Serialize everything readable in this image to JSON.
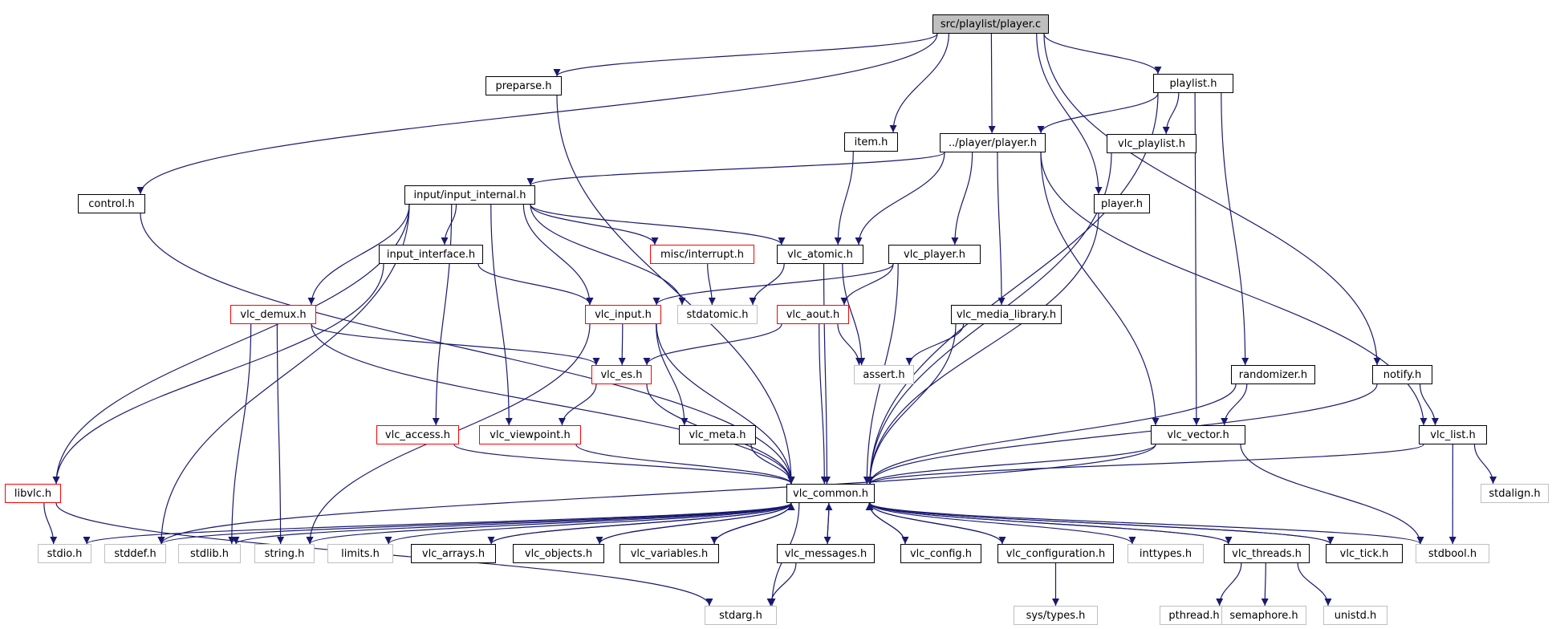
{
  "diagram": {
    "colors": {
      "edge": "#191970",
      "node_border": "#000000",
      "node_border_incomplete": "#ff0000",
      "node_border_external": "#bfbfbf",
      "root_fill": "#bfbfbf",
      "node_fill": "#ffffff"
    },
    "nodes": {
      "root": "src/playlist/player.c",
      "preparse": "preparse.h",
      "playlist": "playlist.h",
      "control": "control.h",
      "item": "item.h",
      "player_player": "../player/player.h",
      "vlc_playlist": "vlc_playlist.h",
      "player_h": "player.h",
      "input_internal": "input/input_internal.h",
      "misc_interrupt": "misc/interrupt.h",
      "vlc_atomic": "vlc_atomic.h",
      "vlc_player": "vlc_player.h",
      "input_interface": "input_interface.h",
      "vlc_demux": "vlc_demux.h",
      "vlc_input": "vlc_input.h",
      "stdatomic": "stdatomic.h",
      "vlc_aout": "vlc_aout.h",
      "vlc_media_library": "vlc_media_library.h",
      "notify": "notify.h",
      "vlc_es": "vlc_es.h",
      "assert": "assert.h",
      "randomizer": "randomizer.h",
      "vlc_access": "vlc_access.h",
      "vlc_viewpoint": "vlc_viewpoint.h",
      "vlc_meta": "vlc_meta.h",
      "vlc_vector": "vlc_vector.h",
      "vlc_list": "vlc_list.h",
      "libvlc": "libvlc.h",
      "vlc_common": "vlc_common.h",
      "stdalign": "stdalign.h",
      "stdio": "stdio.h",
      "stddef": "stddef.h",
      "stdlib": "stdlib.h",
      "string": "string.h",
      "limits": "limits.h",
      "vlc_arrays": "vlc_arrays.h",
      "vlc_objects": "vlc_objects.h",
      "vlc_variables": "vlc_variables.h",
      "vlc_messages": "vlc_messages.h",
      "vlc_config": "vlc_config.h",
      "vlc_configuration": "vlc_configuration.h",
      "inttypes": "inttypes.h",
      "vlc_threads": "vlc_threads.h",
      "vlc_tick": "vlc_tick.h",
      "stdbool": "stdbool.h",
      "stdarg": "stdarg.h",
      "sys_types": "sys/types.h",
      "pthread": "pthread.h",
      "semaphore": "semaphore.h",
      "unistd": "unistd.h"
    },
    "node_kinds": {
      "root": "root",
      "misc_interrupt": "incomplete",
      "vlc_demux": "incomplete",
      "vlc_input": "incomplete",
      "vlc_aout": "incomplete",
      "vlc_es": "incomplete",
      "vlc_access": "incomplete",
      "vlc_viewpoint": "incomplete",
      "libvlc": "incomplete",
      "stdatomic": "external",
      "assert": "external",
      "stdalign": "external",
      "stdio": "external",
      "stddef": "external",
      "stdlib": "external",
      "string": "external",
      "limits": "external",
      "inttypes": "external",
      "stdbool": "external",
      "stdarg": "external",
      "sys_types": "external",
      "pthread": "external",
      "semaphore": "external",
      "unistd": "external"
    },
    "edges": [
      [
        "root",
        "preparse"
      ],
      [
        "root",
        "playlist"
      ],
      [
        "root",
        "control"
      ],
      [
        "root",
        "item"
      ],
      [
        "root",
        "player_player"
      ],
      [
        "root",
        "player_h"
      ],
      [
        "root",
        "notify"
      ],
      [
        "preparse",
        "vlc_common"
      ],
      [
        "playlist",
        "player_player"
      ],
      [
        "playlist",
        "vlc_playlist"
      ],
      [
        "playlist",
        "randomizer"
      ],
      [
        "playlist",
        "vlc_vector"
      ],
      [
        "playlist",
        "vlc_common"
      ],
      [
        "control",
        "vlc_common"
      ],
      [
        "item",
        "vlc_atomic"
      ],
      [
        "player_player",
        "input_internal"
      ],
      [
        "player_player",
        "vlc_atomic"
      ],
      [
        "player_player",
        "vlc_player"
      ],
      [
        "player_player",
        "vlc_media_library"
      ],
      [
        "player_player",
        "vlc_vector"
      ],
      [
        "player_player",
        "vlc_list"
      ],
      [
        "vlc_playlist",
        "vlc_common"
      ],
      [
        "player_h",
        "vlc_common"
      ],
      [
        "input_internal",
        "libvlc"
      ],
      [
        "input_internal",
        "stddef"
      ],
      [
        "input_internal",
        "vlc_demux"
      ],
      [
        "input_internal",
        "input_interface"
      ],
      [
        "input_internal",
        "vlc_access"
      ],
      [
        "input_internal",
        "vlc_viewpoint"
      ],
      [
        "input_internal",
        "vlc_input"
      ],
      [
        "input_internal",
        "stdatomic"
      ],
      [
        "input_internal",
        "misc_interrupt"
      ],
      [
        "input_internal",
        "vlc_atomic"
      ],
      [
        "misc_interrupt",
        "stdatomic"
      ],
      [
        "vlc_atomic",
        "stdatomic"
      ],
      [
        "vlc_atomic",
        "assert"
      ],
      [
        "vlc_atomic",
        "vlc_common"
      ],
      [
        "vlc_player",
        "vlc_input"
      ],
      [
        "vlc_player",
        "vlc_aout"
      ],
      [
        "vlc_player",
        "vlc_common"
      ],
      [
        "input_interface",
        "libvlc"
      ],
      [
        "input_interface",
        "vlc_input"
      ],
      [
        "vlc_demux",
        "vlc_es"
      ],
      [
        "vlc_demux",
        "stdlib"
      ],
      [
        "vlc_demux",
        "string"
      ],
      [
        "vlc_demux",
        "vlc_common"
      ],
      [
        "vlc_input",
        "vlc_es"
      ],
      [
        "vlc_input",
        "vlc_meta"
      ],
      [
        "vlc_input",
        "string"
      ],
      [
        "vlc_input",
        "vlc_common"
      ],
      [
        "vlc_aout",
        "vlc_es"
      ],
      [
        "vlc_aout",
        "assert"
      ],
      [
        "vlc_aout",
        "vlc_common"
      ],
      [
        "vlc_media_library",
        "assert"
      ],
      [
        "vlc_media_library",
        "vlc_common"
      ],
      [
        "notify",
        "vlc_list"
      ],
      [
        "notify",
        "vlc_common"
      ],
      [
        "vlc_es",
        "vlc_viewpoint"
      ],
      [
        "vlc_es",
        "vlc_common"
      ],
      [
        "randomizer",
        "vlc_vector"
      ],
      [
        "randomizer",
        "vlc_common"
      ],
      [
        "vlc_access",
        "vlc_common"
      ],
      [
        "vlc_viewpoint",
        "vlc_common"
      ],
      [
        "vlc_meta",
        "vlc_common"
      ],
      [
        "vlc_vector",
        "vlc_common"
      ],
      [
        "vlc_vector",
        "stdbool"
      ],
      [
        "vlc_vector",
        "stddef"
      ],
      [
        "vlc_list",
        "vlc_common"
      ],
      [
        "vlc_list",
        "stdalign"
      ],
      [
        "vlc_list",
        "stdbool"
      ],
      [
        "libvlc",
        "stdio"
      ],
      [
        "libvlc",
        "stdarg"
      ],
      [
        "vlc_common",
        "stdio"
      ],
      [
        "vlc_common",
        "stddef"
      ],
      [
        "vlc_common",
        "stdlib"
      ],
      [
        "vlc_common",
        "string"
      ],
      [
        "vlc_common",
        "limits"
      ],
      [
        "vlc_common",
        "vlc_arrays"
      ],
      [
        "vlc_common",
        "vlc_objects"
      ],
      [
        "vlc_common",
        "vlc_variables"
      ],
      [
        "vlc_common",
        "vlc_messages"
      ],
      [
        "vlc_common",
        "vlc_config"
      ],
      [
        "vlc_common",
        "vlc_configuration"
      ],
      [
        "vlc_common",
        "inttypes"
      ],
      [
        "vlc_common",
        "vlc_threads"
      ],
      [
        "vlc_common",
        "vlc_tick"
      ],
      [
        "vlc_common",
        "stdbool"
      ],
      [
        "vlc_common",
        "stdarg"
      ],
      [
        "vlc_arrays",
        "vlc_common"
      ],
      [
        "vlc_objects",
        "vlc_common"
      ],
      [
        "vlc_variables",
        "vlc_common"
      ],
      [
        "vlc_messages",
        "vlc_common"
      ],
      [
        "vlc_messages",
        "stdarg"
      ],
      [
        "vlc_config",
        "vlc_common"
      ],
      [
        "vlc_configuration",
        "vlc_common"
      ],
      [
        "vlc_configuration",
        "sys_types"
      ],
      [
        "vlc_threads",
        "vlc_common"
      ],
      [
        "vlc_threads",
        "pthread"
      ],
      [
        "vlc_threads",
        "semaphore"
      ],
      [
        "vlc_threads",
        "unistd"
      ],
      [
        "vlc_tick",
        "vlc_common"
      ]
    ]
  }
}
